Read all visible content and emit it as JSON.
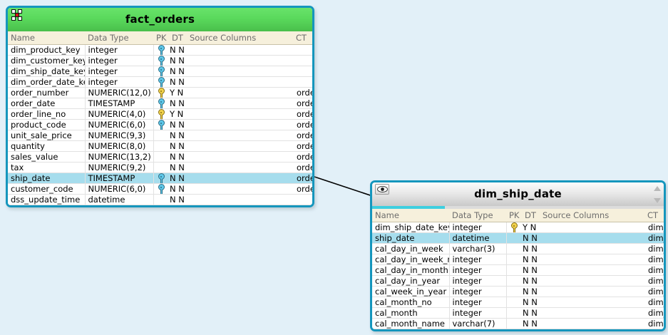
{
  "canvas": {
    "background": "#e2f0f8"
  },
  "columns": {
    "name": "Name",
    "data_type": "Data Type",
    "pk": "PK",
    "dt": "DT",
    "source_columns": "Source Columns",
    "ct": "CT"
  },
  "tables": [
    {
      "id": "fact_orders",
      "title": "fact_orders",
      "state": "active",
      "title_icon": "fact-table-icon",
      "border_color": "#1596bd",
      "title_color": "#5ad95c",
      "rows": [
        {
          "name": "dim_product_key",
          "data_type": "integer",
          "key": "blue",
          "pk": "N",
          "dt": "N",
          "source": "",
          "ct": ""
        },
        {
          "name": "dim_customer_key",
          "data_type": "integer",
          "key": "blue",
          "pk": "N",
          "dt": "N",
          "source": "",
          "ct": ""
        },
        {
          "name": "dim_ship_date_key",
          "data_type": "integer",
          "key": "blue",
          "pk": "N",
          "dt": "N",
          "source": "",
          "ct": ""
        },
        {
          "name": "dim_order_date_key",
          "data_type": "integer",
          "key": "blue",
          "pk": "N",
          "dt": "N",
          "source": "",
          "ct": ""
        },
        {
          "name": "order_number",
          "data_type": "NUMERIC(12,0)",
          "key": "gold",
          "pk": "Y",
          "dt": "N",
          "source": "order_header.order_number",
          "ct": "#fa0000"
        },
        {
          "name": "order_date",
          "data_type": "TIMESTAMP",
          "key": "blue",
          "pk": "N",
          "dt": "N",
          "source": "order_header.order_date",
          "ct": "#fa0000"
        },
        {
          "name": "order_line_no",
          "data_type": "NUMERIC(4,0)",
          "key": "gold",
          "pk": "Y",
          "dt": "N",
          "source": "order_line.order_line_no",
          "ct": "#fa0000"
        },
        {
          "name": "product_code",
          "data_type": "NUMERIC(6,0)",
          "key": "blue",
          "pk": "N",
          "dt": "N",
          "source": "order_line.product_code",
          "ct": "#fa0000"
        },
        {
          "name": "unit_sale_price",
          "data_type": "NUMERIC(9,3)",
          "key": "",
          "pk": "N",
          "dt": "N",
          "source": "order_line.unit_sale_price",
          "ct": ""
        },
        {
          "name": "quantity",
          "data_type": "NUMERIC(8,0)",
          "key": "",
          "pk": "N",
          "dt": "N",
          "source": "order_line.quantity",
          "ct": ""
        },
        {
          "name": "sales_value",
          "data_type": "NUMERIC(13,2)",
          "key": "",
          "pk": "N",
          "dt": "N",
          "source": "order_line.sales_value",
          "ct": ""
        },
        {
          "name": "tax",
          "data_type": "NUMERIC(9,2)",
          "key": "",
          "pk": "N",
          "dt": "N",
          "source": "order_line.tax",
          "ct": ""
        },
        {
          "name": "ship_date",
          "data_type": "TIMESTAMP",
          "key": "blue",
          "pk": "N",
          "dt": "N",
          "source": "order_header.ship_date",
          "ct": "#fa0000",
          "selected": true
        },
        {
          "name": "customer_code",
          "data_type": "NUMERIC(6,0)",
          "key": "blue",
          "pk": "N",
          "dt": "N",
          "source": "order_header.customer_code",
          "ct": "#fa0000"
        },
        {
          "name": "dss_update_time",
          "data_type": "datetime",
          "key": "",
          "pk": "N",
          "dt": "N",
          "source": "",
          "ct": ""
        }
      ]
    },
    {
      "id": "dim_ship_date",
      "title": "dim_ship_date",
      "state": "inactive",
      "title_icon": "eye-icon",
      "border_color": "#1596bd",
      "accent_color": "#3ecfe0",
      "scroll_up_icon": "triangle-up-icon",
      "scroll_down_icon": "triangle-down-icon",
      "rows": [
        {
          "name": "dim_ship_date_key",
          "data_type": "integer",
          "key": "gold",
          "pk": "Y",
          "dt": "N",
          "source": "dim_date.dim_date_key",
          "ct": "#0000fa"
        },
        {
          "name": "ship_date",
          "data_type": "datetime",
          "key": "",
          "pk": "N",
          "dt": "N",
          "source": "dim_date.calendar_date",
          "ct": "#fa0000",
          "selected": true
        },
        {
          "name": "cal_day_in_week",
          "data_type": "varchar(3)",
          "key": "",
          "pk": "N",
          "dt": "N",
          "source": "dim_date.cal_day_in_week",
          "ct": ""
        },
        {
          "name": "cal_day_in_week_no",
          "data_type": "integer",
          "key": "",
          "pk": "N",
          "dt": "N",
          "source": "dim_date.cal_day_in_week_no",
          "ct": ""
        },
        {
          "name": "cal_day_in_month",
          "data_type": "integer",
          "key": "",
          "pk": "N",
          "dt": "N",
          "source": "dim_date.cal_day_in_month",
          "ct": ""
        },
        {
          "name": "cal_day_in_year",
          "data_type": "integer",
          "key": "",
          "pk": "N",
          "dt": "N",
          "source": "dim_date.cal_day_in_year",
          "ct": ""
        },
        {
          "name": "cal_week_in_year",
          "data_type": "integer",
          "key": "",
          "pk": "N",
          "dt": "N",
          "source": "dim_date.cal_week_in_year",
          "ct": ""
        },
        {
          "name": "cal_month_no",
          "data_type": "integer",
          "key": "",
          "pk": "N",
          "dt": "N",
          "source": "dim_date.cal_month_no",
          "ct": ""
        },
        {
          "name": "cal_month",
          "data_type": "integer",
          "key": "",
          "pk": "N",
          "dt": "N",
          "source": "dim_date.cal_month",
          "ct": ""
        },
        {
          "name": "cal_month_name",
          "data_type": "varchar(7)",
          "key": "",
          "pk": "N",
          "dt": "N",
          "source": "dim_date.cal_month_name",
          "ct": ""
        }
      ]
    }
  ],
  "relationship": {
    "from_table": "fact_orders",
    "from_row": "ship_date",
    "to_table": "dim_ship_date",
    "to_row": "ship_date",
    "line_color": "#000000"
  }
}
